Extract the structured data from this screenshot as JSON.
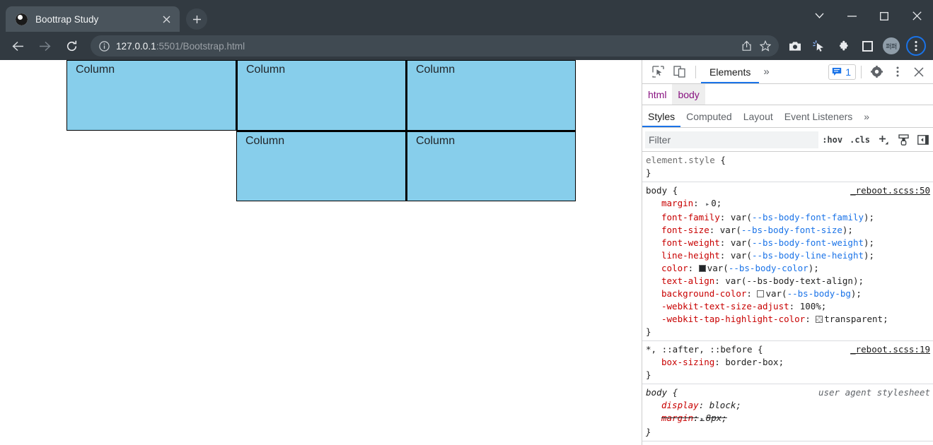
{
  "window": {
    "controls": [
      {
        "name": "tab-search-button",
        "glyph": "chevron-down"
      },
      {
        "name": "minimize-button",
        "glyph": "minimize"
      },
      {
        "name": "maximize-button",
        "glyph": "maximize"
      },
      {
        "name": "close-window-button",
        "glyph": "close"
      }
    ]
  },
  "tabstrip": {
    "tab": {
      "title": "Boottrap Study",
      "favicon": "globe-icon",
      "close_label": "×"
    },
    "new_tab_label": "+"
  },
  "navbar": {
    "back_label": "←",
    "forward_label": "→",
    "reload_label": "⟳",
    "omnibox": {
      "info_icon": "info-circle-icon",
      "host": "127.0.0.1",
      "path": ":5501/Bootstrap.html",
      "share_icon": "share-icon",
      "bookmark_icon": "star-icon"
    },
    "toolbar_icons": [
      {
        "name": "screenshot-icon",
        "glyph": "camera"
      },
      {
        "name": "cursor-sparkle-icon",
        "glyph": "cursor"
      },
      {
        "name": "extensions-icon",
        "glyph": "puzzle"
      },
      {
        "name": "side-panel-icon",
        "glyph": "square"
      }
    ],
    "avatar_label": "퍼퍼",
    "menu_label": "⋮"
  },
  "page": {
    "columns": [
      {
        "label": "Column",
        "width_class": "w1"
      },
      {
        "label": "Column",
        "width_class": "w2"
      },
      {
        "label": "Column",
        "width_class": "w3"
      },
      {
        "label": "Column",
        "width_class": "w4"
      }
    ],
    "column_bg": "#85cde8",
    "column_border": "#000000"
  },
  "devtools": {
    "toolbar": {
      "inspect_icon": "inspect-element-icon",
      "device_icon": "device-toolbar-icon",
      "tabs": [
        {
          "label": "Elements",
          "active": true
        }
      ],
      "more_tabs_label": "»",
      "issues_icon": "issues-message-icon",
      "issues_count": "1",
      "settings_icon": "gear-icon",
      "more_icon": "vertical-dots-icon",
      "close_icon": "close-icon"
    },
    "breadcrumb": [
      {
        "label": "html",
        "selected": false
      },
      {
        "label": "body",
        "selected": true
      }
    ],
    "subtabs": [
      {
        "label": "Styles",
        "active": true
      },
      {
        "label": "Computed",
        "active": false
      },
      {
        "label": "Layout",
        "active": false
      },
      {
        "label": "Event Listeners",
        "active": false
      }
    ],
    "subtabs_more_label": "»",
    "filter": {
      "placeholder": "Filter",
      "value": "",
      "hov_label": ":hov",
      "cls_label": ".cls",
      "new_rule_label": "+",
      "computed_sidebar_icon": "paintbrush-icon",
      "toggle_sidebar_icon": "toggle-sidebar-icon"
    },
    "rules": [
      {
        "selector": "element.style",
        "origin": "",
        "origin_type": "none",
        "declarations": []
      },
      {
        "selector": "body",
        "origin": "_reboot.scss:50",
        "origin_type": "link",
        "declarations": [
          {
            "prop": "margin",
            "value": "0",
            "expander": true
          },
          {
            "prop": "font-family",
            "value": "var(--bs-body-font-family)",
            "var": "--bs-body-font-family"
          },
          {
            "prop": "font-size",
            "value": "var(--bs-body-font-size)",
            "var": "--bs-body-font-size"
          },
          {
            "prop": "font-weight",
            "value": "var(--bs-body-font-weight)",
            "var": "--bs-body-font-weight"
          },
          {
            "prop": "line-height",
            "value": "var(--bs-body-line-height)",
            "var": "--bs-body-line-height"
          },
          {
            "prop": "color",
            "value": "var(--bs-body-color)",
            "var": "--bs-body-color",
            "swatch": "black"
          },
          {
            "prop": "text-align",
            "value": "var(--bs-body-text-align)",
            "var": "--bs-body-text-align",
            "var_plain": true
          },
          {
            "prop": "background-color",
            "value": "var(--bs-body-bg)",
            "var": "--bs-body-bg",
            "swatch": "white"
          },
          {
            "prop": "-webkit-text-size-adjust",
            "value": "100%"
          },
          {
            "prop": "-webkit-tap-highlight-color",
            "value": "transparent",
            "swatch": "transparent"
          }
        ]
      },
      {
        "selector": "*, ::after, ::before",
        "origin": "_reboot.scss:19",
        "origin_type": "link",
        "declarations": [
          {
            "prop": "box-sizing",
            "value": "border-box"
          }
        ]
      },
      {
        "selector": "body",
        "origin": "user agent stylesheet",
        "origin_type": "ua",
        "declarations": [
          {
            "prop": "display",
            "value": "block"
          },
          {
            "prop": "margin",
            "value": "8px",
            "expander": true,
            "struck": true
          }
        ]
      }
    ]
  }
}
